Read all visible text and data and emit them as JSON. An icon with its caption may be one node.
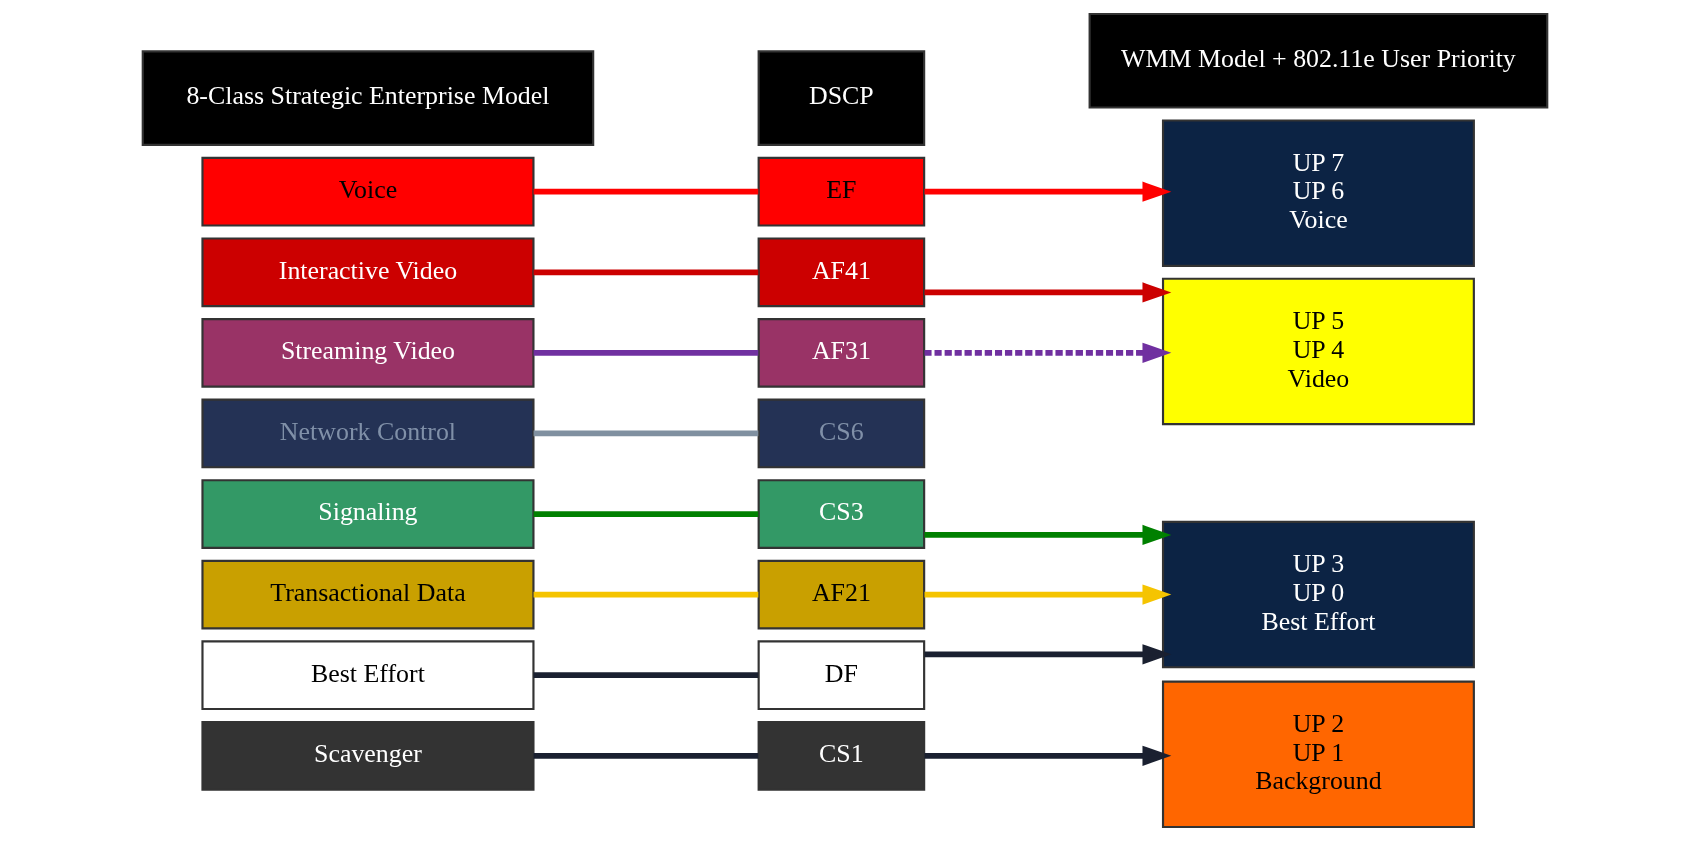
{
  "diagram": {
    "nodes": [
      {
        "text": [
          "8-Class Strategic Enterprise Model"
        ]
      },
      {
        "text": [
          "DSCP"
        ]
      },
      {
        "text": [
          "WMM Model + 802.11e User Priority"
        ]
      },
      {
        "text": [
          "Voice"
        ]
      },
      {
        "text": [
          "EF"
        ]
      },
      {
        "text": [
          "Interactive Video"
        ]
      },
      {
        "text": [
          "AF41"
        ]
      },
      {
        "text": [
          "Streaming Video"
        ]
      },
      {
        "text": [
          "AF31"
        ]
      },
      {
        "text": [
          "Network Control"
        ]
      },
      {
        "text": [
          "CS6"
        ]
      },
      {
        "text": [
          "Signaling"
        ]
      },
      {
        "text": [
          "CS3"
        ]
      },
      {
        "text": [
          "Transactional Data"
        ]
      },
      {
        "text": [
          "AF21"
        ]
      },
      {
        "text": [
          "Best Effort"
        ]
      },
      {
        "text": [
          "DF"
        ]
      },
      {
        "text": [
          "Scavenger"
        ]
      },
      {
        "text": [
          "CS1"
        ]
      },
      {
        "text": [
          "UP 7",
          "UP 6",
          "Voice"
        ]
      },
      {
        "text": [
          "UP 5",
          "UP 4",
          "Video"
        ]
      },
      {
        "text": [
          "UP 3",
          "UP 0",
          "Best Effort"
        ]
      },
      {
        "text": [
          "UP 2",
          "UP 1",
          "Background"
        ]
      }
    ],
    "edges": [
      {
        "from": 3,
        "to": 4,
        "arrow": "none",
        "color": "#ff0000"
      },
      {
        "from": 5,
        "to": 6,
        "arrow": "none",
        "color": "#cc0000"
      },
      {
        "from": 7,
        "to": 8,
        "arrow": "none",
        "color": "#7030a0"
      },
      {
        "from": 9,
        "to": 10,
        "arrow": "none",
        "color": "#8090a0"
      },
      {
        "from": 11,
        "to": 12,
        "arrow": "none",
        "color": "#008000"
      },
      {
        "from": 13,
        "to": 14,
        "arrow": "none",
        "color": "#f5c400"
      },
      {
        "from": 15,
        "to": 16,
        "arrow": "none",
        "color": "#1a2030"
      },
      {
        "from": 17,
        "to": 18,
        "arrow": "none",
        "color": "#1a2030"
      },
      {
        "from": 4,
        "to": 19,
        "arrow": "to",
        "color": "#ff0000"
      },
      {
        "from": 6,
        "to": 20,
        "arrow": "to",
        "color": "#cc0000"
      },
      {
        "from": 8,
        "to": 20,
        "arrow": "to",
        "style": "dashed",
        "color": "#7030a0"
      },
      {
        "from": 12,
        "to": 21,
        "arrow": "to",
        "color": "#008000"
      },
      {
        "from": 14,
        "to": 21,
        "arrow": "to",
        "color": "#f5c400"
      },
      {
        "from": 16,
        "to": 21,
        "arrow": "to",
        "color": "#1a2030"
      },
      {
        "from": 18,
        "to": 22,
        "arrow": "to",
        "color": "#1a2030"
      }
    ]
  }
}
